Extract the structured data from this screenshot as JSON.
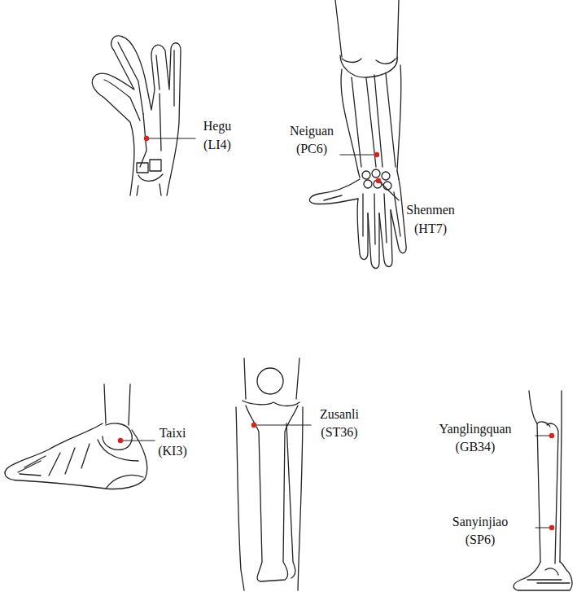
{
  "diagram": {
    "labels": [
      "Hegu",
      "(LI4)",
      "Neiguan",
      "(PC6)",
      "Shenmen",
      "(HT7)",
      "Taixi",
      "(KI3)",
      "Zusanli",
      "(ST36)",
      "Yanglingquan",
      "(GB34)",
      "Sanyinjiao",
      "(SP6)"
    ]
  }
}
